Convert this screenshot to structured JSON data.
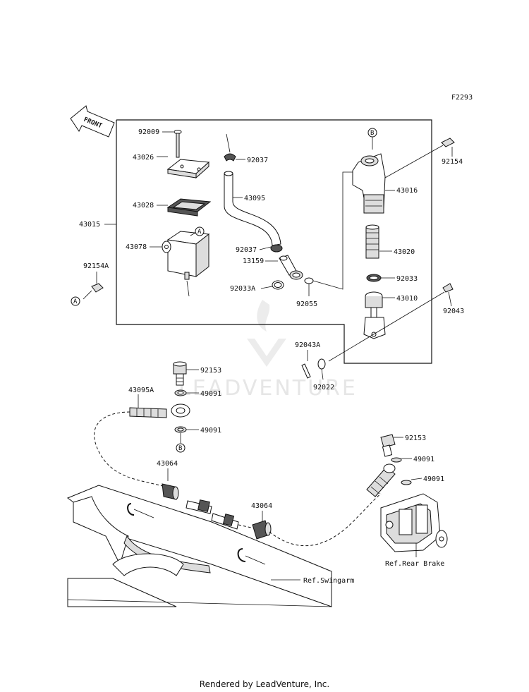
{
  "diagram_code": "F2293",
  "front_label": "FRONT",
  "watermark": "LEADVENTURE",
  "footer": "Rendered by LeadVenture, Inc.",
  "callouts": {
    "A": "A",
    "B": "B"
  },
  "parts": {
    "p92009": "92009",
    "p43026": "43026",
    "p43028": "43028",
    "p43078": "43078",
    "p43015": "43015",
    "p92154A": "92154A",
    "p92037a": "92037",
    "p43095": "43095",
    "p92037b": "92037",
    "p13159": "13159",
    "p92033A": "92033A",
    "p92055": "92055",
    "p92154": "92154",
    "p43016": "43016",
    "p43020": "43020",
    "p92033": "92033",
    "p43010": "43010",
    "p92043": "92043",
    "p92043A": "92043A",
    "p92022": "92022",
    "p92153a": "92153",
    "p49091a": "49091",
    "p43095A": "43095A",
    "p49091b": "49091",
    "p43064a": "43064",
    "p43064b": "43064",
    "p92153b": "92153",
    "p49091c": "49091",
    "p49091d": "49091",
    "ref_rear_brake": "Ref.Rear Brake",
    "ref_swingarm": "Ref.Swingarm"
  }
}
